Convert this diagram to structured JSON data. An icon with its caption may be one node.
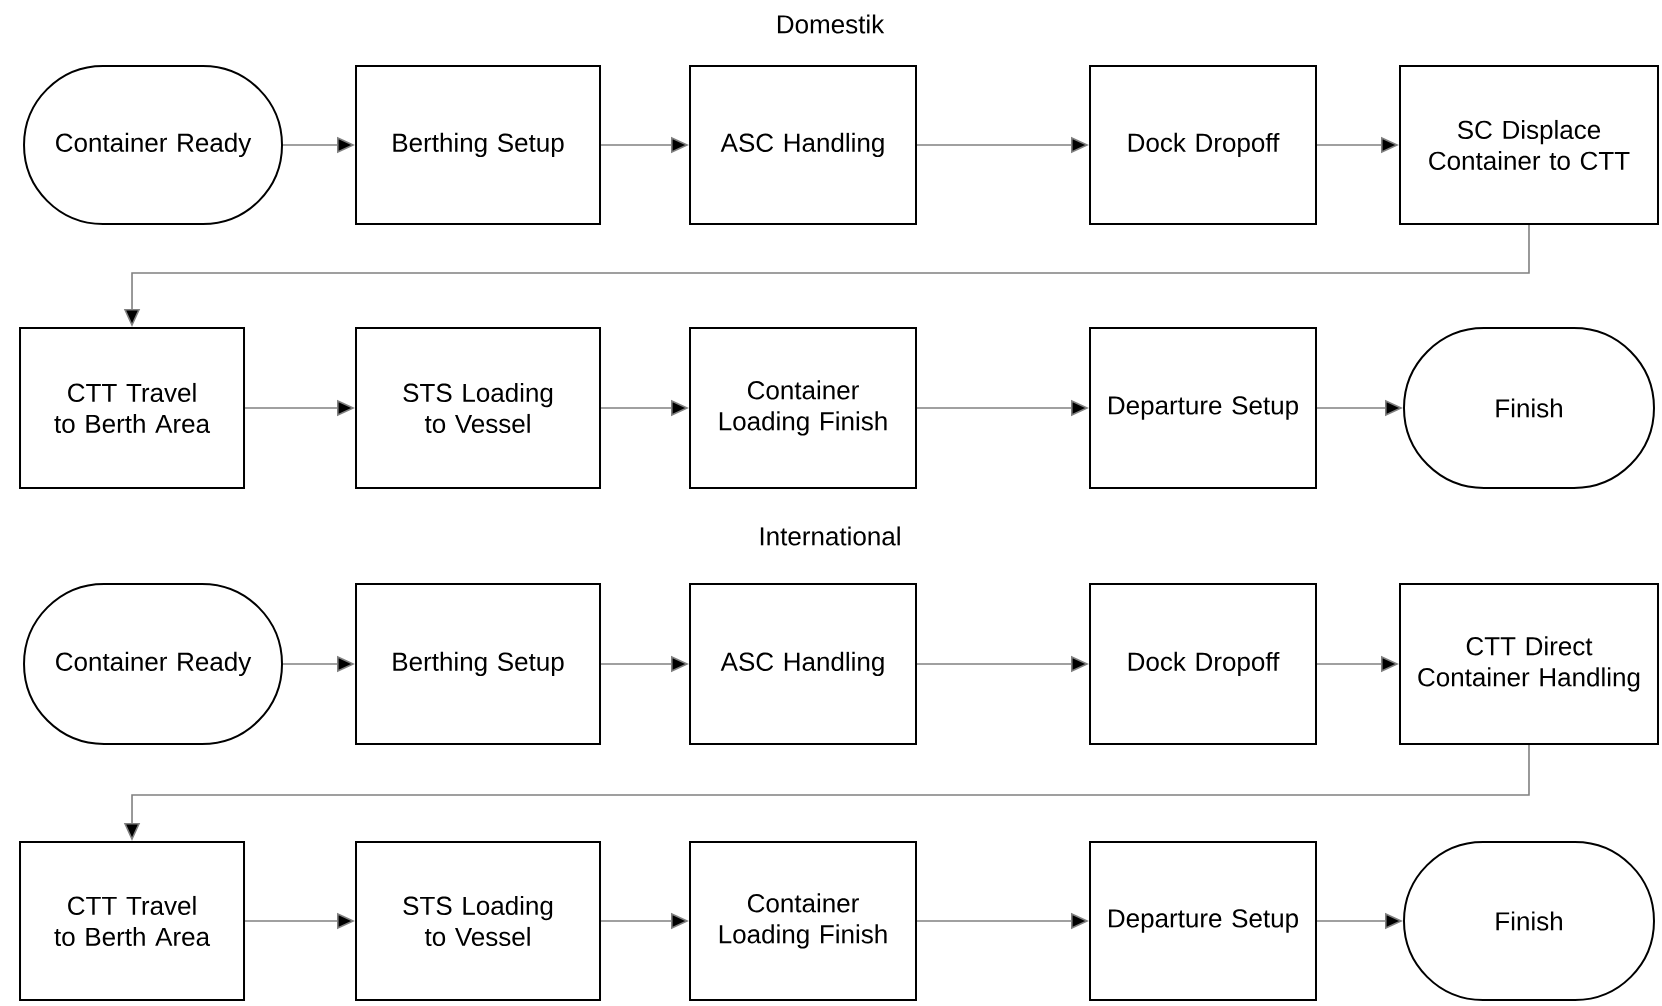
{
  "diagram": {
    "nodes": [
      {
        "text": [
          "Container Ready"
        ]
      },
      {
        "text": [
          "Berthing Setup"
        ]
      },
      {
        "text": [
          "ASC Handling"
        ]
      },
      {
        "text": [
          "Dock Dropoff"
        ]
      },
      {
        "text": [
          "SC Displace Container to CTT"
        ]
      },
      {
        "text": [
          "CTT Travel to Berth Area"
        ]
      },
      {
        "text": [
          "STS Loading to Vessel"
        ]
      },
      {
        "text": [
          "Container Loading Finish"
        ]
      },
      {
        "text": [
          "Departure Setup"
        ]
      },
      {
        "text": [
          "Finish"
        ]
      },
      {
        "text": [
          "Container Ready"
        ]
      },
      {
        "text": [
          "Berthing Setup"
        ]
      },
      {
        "text": [
          "ASC Handling"
        ]
      },
      {
        "text": [
          "Dock Dropoff"
        ]
      },
      {
        "text": [
          "CTT Direct Container Handling"
        ]
      },
      {
        "text": [
          "CTT Travel to Berth Area"
        ]
      },
      {
        "text": [
          "STS Loading to Vessel"
        ]
      },
      {
        "text": [
          "Container Loading Finish"
        ]
      },
      {
        "text": [
          "Departure Setup"
        ]
      },
      {
        "text": [
          "Finish"
        ]
      }
    ],
    "edges": [
      {
        "from": 0,
        "to": 1,
        "arrow": "to"
      },
      {
        "from": 1,
        "to": 2,
        "arrow": "to"
      },
      {
        "from": 2,
        "to": 3,
        "arrow": "to"
      },
      {
        "from": 3,
        "to": 4,
        "arrow": "to"
      },
      {
        "from": 4,
        "to": 5,
        "arrow": "to"
      },
      {
        "from": 5,
        "to": 6,
        "arrow": "to"
      },
      {
        "from": 6,
        "to": 7,
        "arrow": "to"
      },
      {
        "from": 7,
        "to": 8,
        "arrow": "to"
      },
      {
        "from": 8,
        "to": 9,
        "arrow": "to"
      },
      {
        "from": 10,
        "to": 11,
        "arrow": "to"
      },
      {
        "from": 11,
        "to": 12,
        "arrow": "to"
      },
      {
        "from": 12,
        "to": 13,
        "arrow": "to"
      },
      {
        "from": 13,
        "to": 14,
        "arrow": "to"
      },
      {
        "from": 14,
        "to": 15,
        "arrow": "to"
      },
      {
        "from": 15,
        "to": 16,
        "arrow": "to"
      },
      {
        "from": 16,
        "to": 17,
        "arrow": "to"
      },
      {
        "from": 17,
        "to": 18,
        "arrow": "to"
      },
      {
        "from": 18,
        "to": 19,
        "arrow": "to"
      }
    ],
    "labels": [
      "Domestik",
      "International"
    ]
  }
}
